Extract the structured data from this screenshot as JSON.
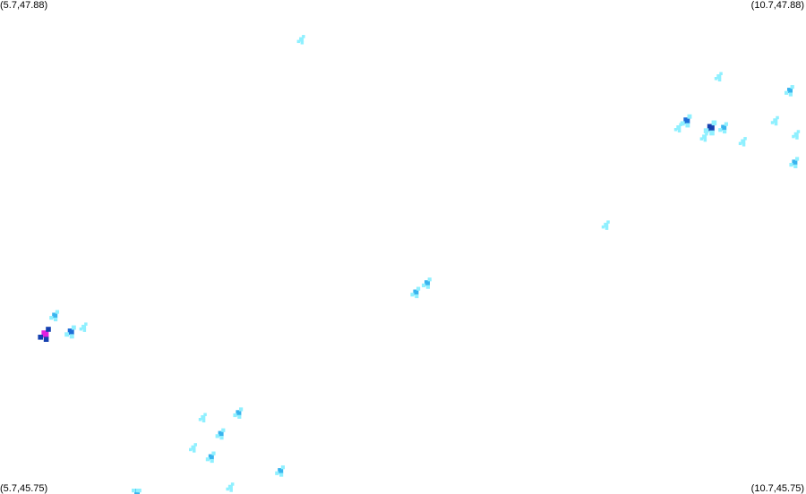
{
  "map": {
    "corner_labels": {
      "top_left": "(5.7,47.88)",
      "top_right": "(10.7,47.88)",
      "bottom_left": "(5.7,45.75)",
      "bottom_right": "(10.7,45.75)"
    },
    "bounds": {
      "lon_min": 5.7,
      "lon_max": 10.7,
      "lat_min": 45.75,
      "lat_max": 47.88
    },
    "intensity_colors": {
      "light": "#8ff0ff",
      "medium": "#39b4ee",
      "strong": "#1e6fd8",
      "very_strong": "#1540b0",
      "extreme": "#e020e0"
    },
    "echoes": [
      {
        "lon": 7.57,
        "lat": 47.71,
        "level": "light"
      },
      {
        "lon": 10.16,
        "lat": 47.55,
        "level": "light"
      },
      {
        "lon": 9.96,
        "lat": 47.36,
        "level": "strong"
      },
      {
        "lon": 9.91,
        "lat": 47.33,
        "level": "light"
      },
      {
        "lon": 10.11,
        "lat": 47.33,
        "level": "very_strong"
      },
      {
        "lon": 10.07,
        "lat": 47.29,
        "level": "light"
      },
      {
        "lon": 10.19,
        "lat": 47.33,
        "level": "medium"
      },
      {
        "lon": 10.31,
        "lat": 47.27,
        "level": "light"
      },
      {
        "lon": 10.51,
        "lat": 47.36,
        "level": "light"
      },
      {
        "lon": 10.6,
        "lat": 47.49,
        "level": "medium"
      },
      {
        "lon": 10.64,
        "lat": 47.3,
        "level": "light"
      },
      {
        "lon": 10.63,
        "lat": 47.18,
        "level": "medium"
      },
      {
        "lon": 9.46,
        "lat": 46.91,
        "level": "light"
      },
      {
        "lon": 8.35,
        "lat": 46.66,
        "level": "medium"
      },
      {
        "lon": 8.28,
        "lat": 46.62,
        "level": "medium"
      },
      {
        "lon": 5.98,
        "lat": 46.44,
        "level": "extreme"
      },
      {
        "lon": 6.04,
        "lat": 46.52,
        "level": "medium"
      },
      {
        "lon": 6.14,
        "lat": 46.45,
        "level": "strong"
      },
      {
        "lon": 6.22,
        "lat": 46.47,
        "level": "light"
      },
      {
        "lon": 7.18,
        "lat": 46.1,
        "level": "medium"
      },
      {
        "lon": 6.96,
        "lat": 46.08,
        "level": "light"
      },
      {
        "lon": 6.9,
        "lat": 45.95,
        "level": "light"
      },
      {
        "lon": 7.07,
        "lat": 46.01,
        "level": "medium"
      },
      {
        "lon": 7.01,
        "lat": 45.91,
        "level": "medium"
      },
      {
        "lon": 7.44,
        "lat": 45.85,
        "level": "medium"
      },
      {
        "lon": 6.55,
        "lat": 45.75,
        "level": "medium"
      },
      {
        "lon": 7.13,
        "lat": 45.78,
        "level": "light"
      }
    ]
  }
}
